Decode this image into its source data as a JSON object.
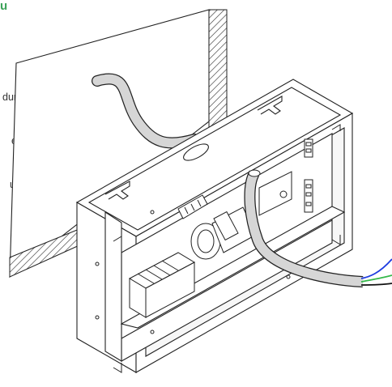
{
  "heading": {
    "text": "u",
    "color": "#3da35a"
  },
  "caption": {
    "lines": [
      "durch",
      "en",
      "u-"
    ]
  },
  "drawing": {
    "line_color": "#222222",
    "cable_color": "#d6d6d6",
    "wire_colors": {
      "blue": "#1f3de0",
      "green": "#34b84a",
      "black": "#111111"
    }
  }
}
